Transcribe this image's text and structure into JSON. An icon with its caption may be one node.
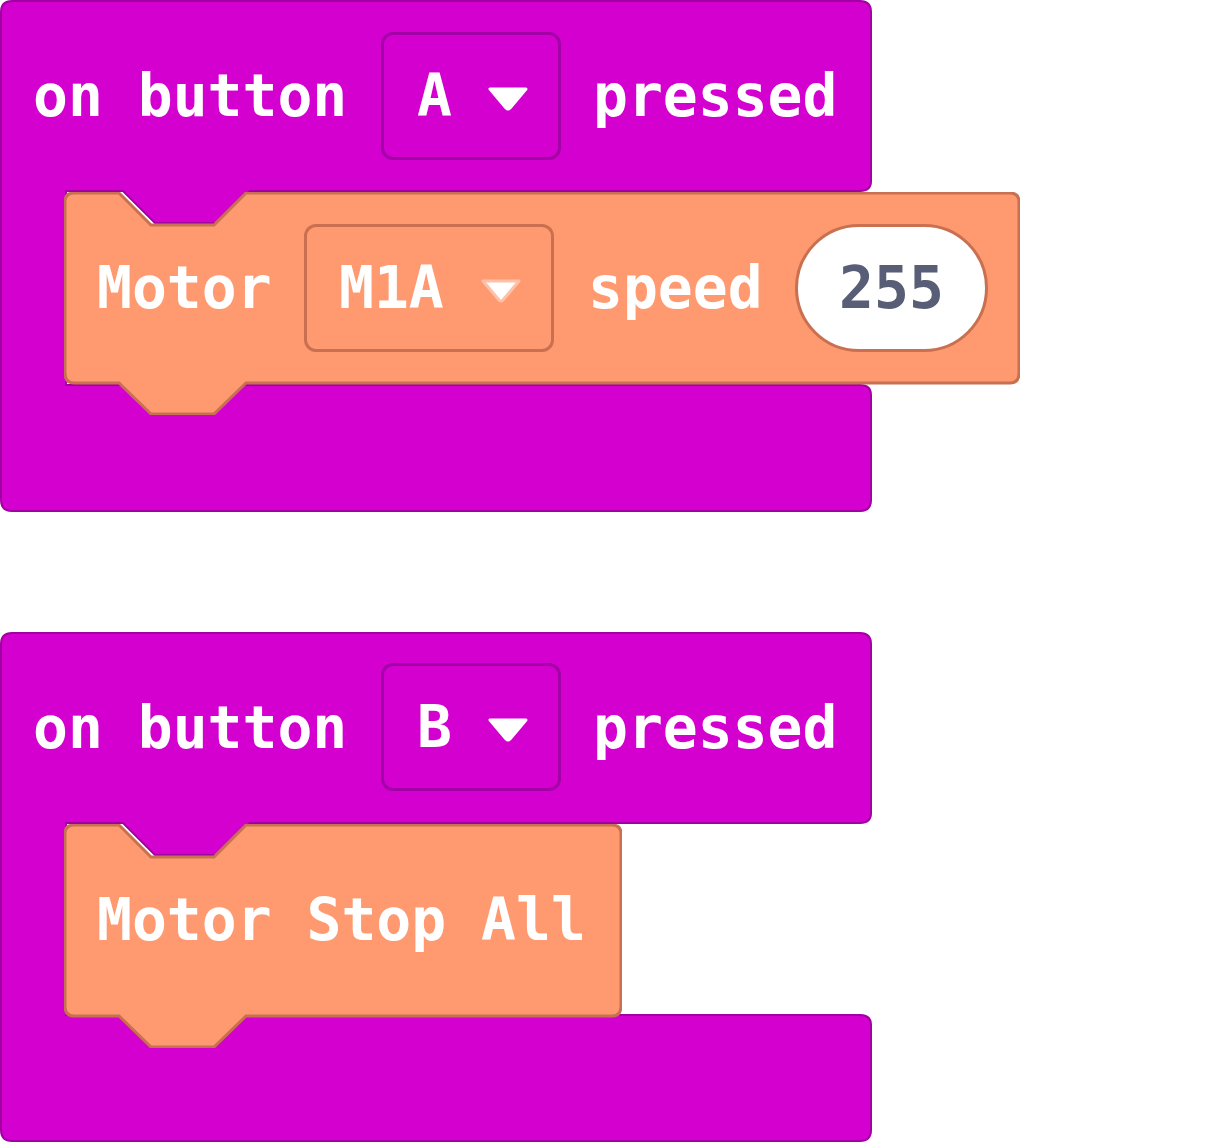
{
  "diagram": {
    "nodes": [
      {
        "text": [
          "on button",
          "pressed"
        ]
      },
      {
        "text": [
          "A"
        ],
        "in": 0
      },
      {
        "text": [
          "Motor",
          "speed"
        ]
      },
      {
        "text": [
          "M1A"
        ],
        "in": 2
      },
      {
        "text": [
          "255"
        ],
        "in": 2
      },
      {
        "text": [
          "on button",
          "pressed"
        ]
      },
      {
        "text": [
          "B"
        ],
        "in": 5
      },
      {
        "text": [
          "Motor Stop All"
        ],
        "in": 5
      }
    ]
  }
}
